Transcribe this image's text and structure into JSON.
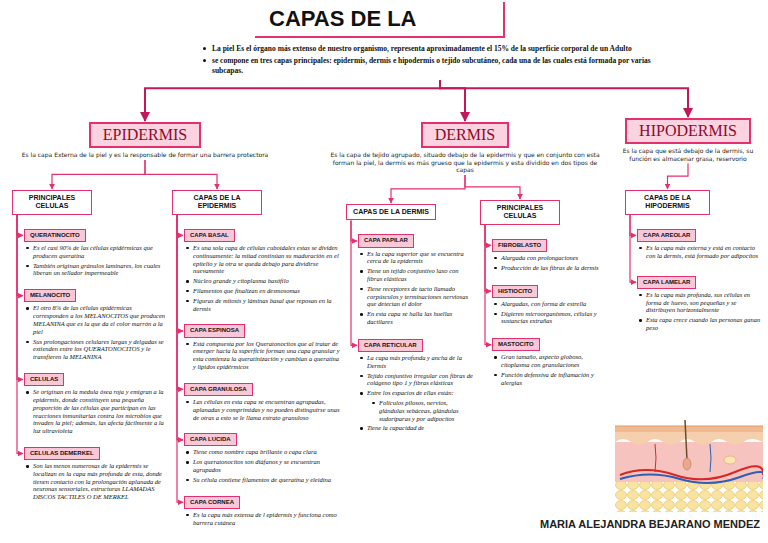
{
  "diagram": {
    "title": "CAPAS DE LA",
    "nodes": [
      {
        "text": [
          "EPIDERMIS",
          "Es la capa Externa de la piel y es la responsable de formar una barrera protectora"
        ]
      },
      {
        "text": [
          "PRINCIPALES CELULAS"
        ]
      },
      {
        "text": [
          "QUERATINOCITO",
          "Es el casi 90% de las células epidérmicas que producen queratina",
          "También originan gránulos laminares, los cuales liberan un sellador impermeable"
        ]
      },
      {
        "text": [
          "MELANOCITO",
          "El otro 8% de las células epidérmicas corresponden a los MELANOCITOS que producen MELANINA que es la que da el color marrón a la piel",
          "Sus prolongaciones celulares largas y delgadas se extienden entre los QUERATONOCITOS y le transfieren la MELANINA"
        ]
      },
      {
        "text": [
          "CELULAS",
          "Se originan en la medula ósea roja y emigran a la epidermis, donde constituyen una pequeña proporción de las células que participan en las reacciones inmunitarias contra los microbios que invaden la piel; además, las afecta fácilmente a la luz ultravioleta"
        ]
      },
      {
        "text": [
          "CELULAS DEMERKEL",
          "Son las menos numerosas de la epidermis se localizan en la capa más profunda de esta, donde tienen contacto con la prolongación aplanada de neuronas sensoriales, estructuras LLAMADAS DISCOS TACTILES O DE MERKEL"
        ]
      },
      {
        "text": [
          "CAPAS DE LA EPIDERMIS"
        ]
      },
      {
        "text": [
          "CAPA BASAL",
          "Es una sola capa de células cuboidales estas se dividen continuamente: la mitad continúan su maduración en el epitelio y la otra se queda debajo para dividirse nuevamente",
          "Núcleo grande y citoplasma basófilo",
          "Filamentos que finalizan en desmosomas",
          "Figuras de mitosis y láminas basal que reposan en la dermis"
        ]
      },
      {
        "text": [
          "CAPA ESPINOSA",
          "Está compuesta por los Queratonocitos que al tratar de emerger hacia la superficie forman una capa granular y esta comienza la queratinización y cambian a queratina y lípidos epidérmicos"
        ]
      },
      {
        "text": [
          "CAPA GRANULOSA",
          "Las células en esta capa se encuentran agrupadas, aplanadas y comprimidas y no pueden distinguirse unas de otras a esto se le llama estrato granuloso"
        ]
      },
      {
        "text": [
          "CAPA LUCIDA",
          "Tiene como nombre capa brillante o capa clara",
          "Los queratonocitos son diáfanos y se encuentran agrupados",
          "Su célula contiene filamentos de queratina y eleidina"
        ]
      },
      {
        "text": [
          "CAPA CORNEA",
          "Es la capa más extensa de l epidermis y funciona como barrera cutánea"
        ]
      },
      {
        "text": [
          "DERMIS",
          "Es la capa de tejido agrupado, situado debajo de la epidermis y que en conjunto con esta forman la piel, la dermis es más grueso que la epidermis y esta dividido en dos tipos de capas"
        ]
      },
      {
        "text": [
          "CAPAS DE LA DERMIS"
        ]
      },
      {
        "text": [
          "CAPA PAPILAR",
          "Es la capa superior que se encuentra cerca de la epidermis",
          "Tiene un tejido conjuntivo laxo con fibras elásticas",
          "Tiene receptores de tacto llamado corpúsculos y terminaciones nerviosas que detectan el dolor",
          "En esta capa se halla las huellas dactilares"
        ]
      },
      {
        "text": [
          "CAPA RETICULAR",
          "La capa más profunda y ancha de la Dermis",
          "Tejido conjuntivo irregular con fibras de colágeno tipo 1 y fibras elásticas",
          "Entre los espacios de ellas están:",
          "Folículos pilosos, nervios, glándulas sebáceas, glándulas sudoríparas y por adipocitos",
          "Tiene la capacidad de"
        ]
      },
      {
        "text": [
          "PRINCIPALES CELULAS"
        ]
      },
      {
        "text": [
          "FIBROBLASTO",
          "Alargada con prolongaciones",
          "Producción de las fibras de la dermis"
        ]
      },
      {
        "text": [
          "HISTIOCITO",
          "Alargadas, con forma de estrella",
          "Digieren microorganismos, células y sustancias extrañas"
        ]
      },
      {
        "text": [
          "MASTOCITO",
          "Gran tamaño, aspecto globoso, citoplasma con granulaciones",
          "Función defensiva de inflamación y alergias"
        ]
      },
      {
        "text": [
          "HIPODERMIS",
          "Es la capa que está debajo de la dermis, su función es almacenar grasa, reservorio"
        ]
      },
      {
        "text": [
          "CAPAS DE LA HIPODERMIS"
        ]
      },
      {
        "text": [
          "CAPA AREOLAR",
          "Es la capa más externa y está en contacto con la dermis, está formado por adipocitos"
        ]
      },
      {
        "text": [
          "CAPA LAMELAR",
          "Es la capa más profunda, sus células en forma de huevo, son pequeñas y se distribuyen horizontalmente",
          "Esta capa crece cuando las personas ganan peso"
        ]
      }
    ],
    "edges": [
      {
        "from": 0,
        "to": 1,
        "arrow": "to"
      },
      {
        "from": 0,
        "to": 6,
        "arrow": "to"
      },
      {
        "from": 1,
        "to": 2,
        "arrow": "to"
      },
      {
        "from": 1,
        "to": 3,
        "arrow": "to"
      },
      {
        "from": 1,
        "to": 4,
        "arrow": "to"
      },
      {
        "from": 1,
        "to": 5,
        "arrow": "to"
      },
      {
        "from": 6,
        "to": 7,
        "arrow": "to"
      },
      {
        "from": 6,
        "to": 8,
        "arrow": "to"
      },
      {
        "from": 6,
        "to": 9,
        "arrow": "to"
      },
      {
        "from": 6,
        "to": 10,
        "arrow": "to"
      },
      {
        "from": 6,
        "to": 11,
        "arrow": "to"
      },
      {
        "from": 12,
        "to": 13,
        "arrow": "to"
      },
      {
        "from": 12,
        "to": 16,
        "arrow": "to"
      },
      {
        "from": 13,
        "to": 14,
        "arrow": "to"
      },
      {
        "from": 13,
        "to": 15,
        "arrow": "to"
      },
      {
        "from": 16,
        "to": 17,
        "arrow": "to"
      },
      {
        "from": 16,
        "to": 18,
        "arrow": "to"
      },
      {
        "from": 16,
        "to": 19,
        "arrow": "to"
      },
      {
        "from": 20,
        "to": 21,
        "arrow": "to"
      },
      {
        "from": 21,
        "to": 22,
        "arrow": "to"
      },
      {
        "from": 21,
        "to": 23,
        "arrow": "to"
      }
    ],
    "labels": [
      "La piel Es el órgano más extenso de nuestro organismo, representa aproximadamente el 15% de la superficie corporal de un Adulto",
      "se compone en tres capas principales: epidermis, dermis e hipodermis o tejido subcutáneo, cada una de las cuales está formada por varias subcapas.",
      "MARIA ALEJANDRA BEJARANO MENDEZ"
    ]
  }
}
